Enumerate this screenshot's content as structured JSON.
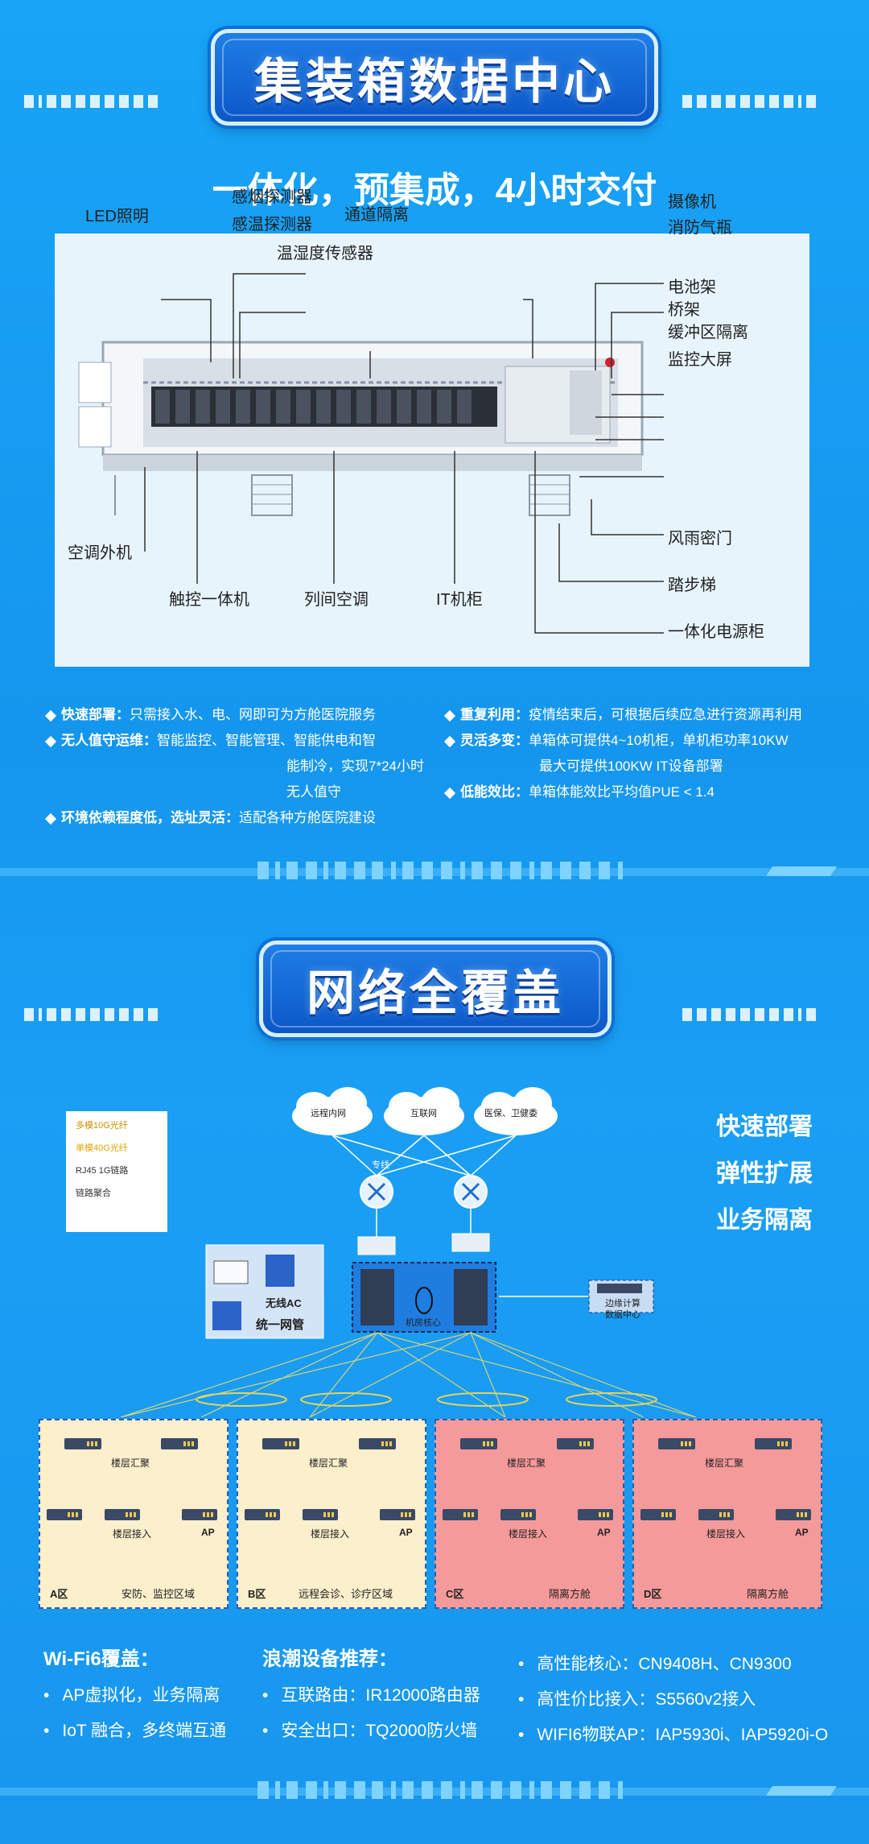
{
  "section1": {
    "title": "集装箱数据中心",
    "subtitle": "一体化，预集成，4小时交付",
    "labels": {
      "led": "LED照明",
      "smoke": "感烟探测器",
      "temp": "感温探测器",
      "humidity": "温湿度传感器",
      "aisle": "通道隔离",
      "camera": "摄像机",
      "fire": "消防气瓶",
      "battery": "电池架",
      "bridge": "桥架",
      "buffer": "缓冲区隔离",
      "screen": "监控大屏",
      "ac_out": "空调外机",
      "door": "风雨密门",
      "touch": "触控一体机",
      "row_ac": "列间空调",
      "it_rack": "IT机柜",
      "stairs": "踏步梯",
      "power": "一体化电源柜"
    },
    "features_left": [
      {
        "head": "快速部署：",
        "text": "只需接入水、电、网即可为方舱医院服务"
      },
      {
        "head": "无人值守运维：",
        "text": "智能监控、智能管理、智能供电和智",
        "cont": "能制冷，实现7*24小时无人值守"
      },
      {
        "head": "环境依赖程度低，选址灵活：",
        "text": "适配各种方舱医院建设"
      }
    ],
    "features_right": [
      {
        "head": "重复利用：",
        "text": "疫情结束后，可根据后续应急进行资源再利用"
      },
      {
        "head": "灵活多变：",
        "text": "单箱体可提供4~10机柜，单机柜功率10KW",
        "cont": "最大可提供100KW IT设备部署"
      },
      {
        "head": "低能效比：",
        "text": "单箱体能效比平均值PUE < 1.4"
      }
    ]
  },
  "section2": {
    "title": "网络全覆盖",
    "slogans": [
      "快速部署",
      "弹性扩展",
      "业务隔离"
    ],
    "legend": [
      "多模10G光纤",
      "单模40G光纤",
      "RJ45 1G链路",
      "链路聚合"
    ],
    "legend_colors": [
      "#e6a400",
      "#e6a400",
      "#333333",
      "#333333"
    ],
    "clouds": [
      "远程内网",
      "互联网",
      "医保、卫健委"
    ],
    "dedicated_line": "专线",
    "mgmt": {
      "ac": "无线AC",
      "unified": "统一网管"
    },
    "core_label": "机房核心",
    "edge_dc": [
      "边缘计算",
      "数据中心"
    ],
    "zones": [
      {
        "id": "A区",
        "desc": "安防、监控区域",
        "agg": "楼层汇聚",
        "access": "楼层接入",
        "ap": "AP"
      },
      {
        "id": "B区",
        "desc": "远程会诊、诊疗区域",
        "agg": "楼层汇聚",
        "access": "楼层接入",
        "ap": "AP"
      },
      {
        "id": "C区",
        "desc": "隔离方舱",
        "agg": "楼层汇聚",
        "access": "楼层接入",
        "ap": "AP"
      },
      {
        "id": "D区",
        "desc": "隔离方舱",
        "agg": "楼层汇聚",
        "access": "楼层接入",
        "ap": "AP"
      }
    ]
  },
  "bottom": {
    "wifi": {
      "head": "Wi-Fi6覆盖：",
      "items": [
        "AP虚拟化，业务隔离",
        "IoT 融合，多终端互通"
      ]
    },
    "recommend": {
      "head": "浪潮设备推荐：",
      "items": [
        "互联路由：IR12000路由器",
        "安全出口：TQ2000防火墙"
      ]
    },
    "more": {
      "items": [
        "高性能核心：CN9408H、CN9300",
        "高性价比接入：S5560v2接入",
        "WIFI6物联AP：IAP5930i、IAP5920i-O"
      ]
    }
  }
}
